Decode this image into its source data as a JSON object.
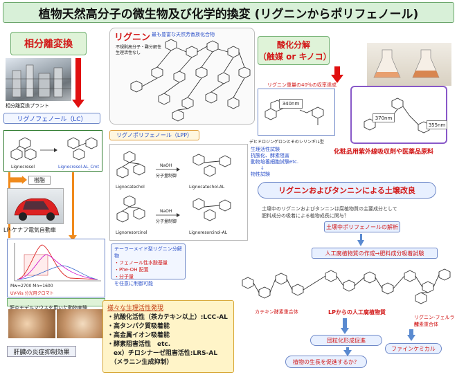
{
  "title": "植物天然高分子の微生物及び化学的換変 (リグニンからポリフェノール)",
  "phase_sep": {
    "heading": "相分離変換",
    "plant_caption": "相分離変換プラント",
    "lc_label": "リグノフェノール（LC）",
    "lignocresol_left": "Lignocresol",
    "lignocresol_right": "Lignocresol-AL_Cmt",
    "resin_label": "樹脂",
    "car_caption": "LP-ケナフ電気自動車",
    "graph_note1": "Mw=2700 Mn=1600",
    "graph_note2": "UV-Vis 分光用クロマト",
    "graph_caption": "肝炎モデルマウスを用いた動物実験",
    "mouse_caption": "肝臓の炎症抑制効果"
  },
  "lignin": {
    "heading": "リグニン",
    "subheading": "最も豊富な天然芳香族化合物",
    "note1": "不規則高分子・難分解性",
    "note2": "生理活性なし"
  },
  "lpp": {
    "label": "リグノポリフェノール（LPP）",
    "mol1": "Lignocatechol",
    "mol1_al": "Lignocatechol-AL",
    "mol2": "Lignoresorcinol",
    "mol2_al": "Lignoresorcinol-AL",
    "reagent": "NaOH",
    "step": "分子量制御"
  },
  "tailor": {
    "heading": "テーラーメイド型リグニン分解物",
    "items": [
      "・フェノール性水酸基量",
      "・Phe-OH 配置",
      "・分子量"
    ],
    "tail": "を任意に制御可能"
  },
  "bioactivity": {
    "heading": "様々な生理活性発現",
    "items": [
      "・抗酸化活性（茶カテキン以上）:LCC-AL",
      "・高タンパク質吸着能",
      "・高金属イオン吸着能",
      "・酵素阻害活性　etc.",
      "　ex）チロシナーゼ阻害活性:LRS-AL",
      "　（メラニン生成抑制）"
    ]
  },
  "oxidation": {
    "heading1": "酸化分解",
    "heading2": "（触媒 or キノコ）",
    "yield_note": "リグニン重量の40％の収率達成",
    "nm340": "340nm",
    "nm370": "370nm",
    "nm355": "355nm",
    "compound_label": "デヒドロジンゲロンとそのシリンギル型",
    "tests": [
      "生理活性試験",
      "抗酸化、酵素阻害",
      "動物培養細胞試験etc.",
      "↓",
      "物性試験"
    ],
    "cosmetic": "化粧品用紫外線吸収剤や医薬品原料"
  },
  "soil": {
    "heading": "リグニンおよびタンニンによる土壌改良",
    "desc1": "土壌中のリグニンおよびタンニンは腐植物質の主要成分として",
    "desc2": "肥料成分の吸着による植物成長に関与？",
    "step1": "土壌中ポリフェノールの解析",
    "step2": "人工腐植物質の作成→肥料成分吸着試験",
    "catechin": "カテキン酵素重合体",
    "artificial": "LPからの人工腐植物質",
    "ferulic1": "リグニン-フェルラ酸",
    "ferulic2": "酵素重合体",
    "aggregate": "団粒化形成促進",
    "fine": "ファインケミカル",
    "question": "植物の生長を促進するか？"
  }
}
